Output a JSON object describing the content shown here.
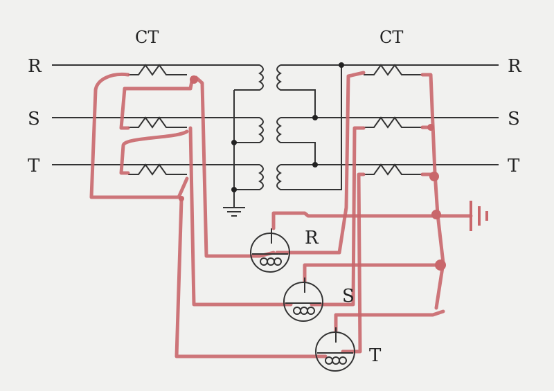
{
  "diagram": {
    "ct_labels": [
      "CT",
      "CT"
    ],
    "line_labels_left": [
      "R",
      "S",
      "T"
    ],
    "line_labels_right": [
      "R",
      "S",
      "T"
    ],
    "relay_labels": [
      "R",
      "S",
      "T"
    ],
    "colors": {
      "wiring": "#c9676b",
      "ink": "#222222"
    }
  }
}
